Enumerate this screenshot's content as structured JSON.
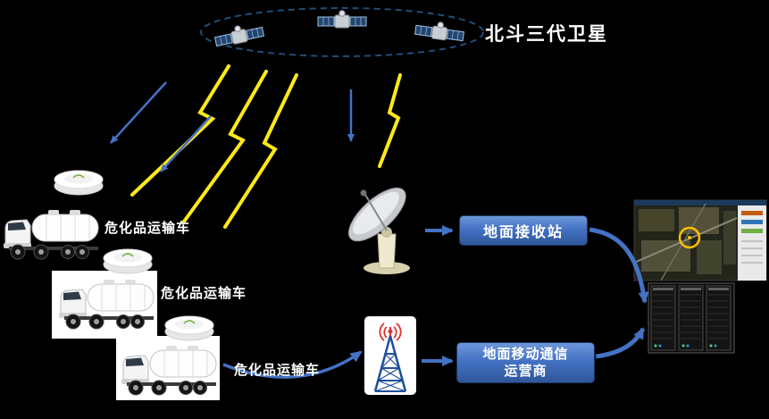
{
  "labels": {
    "satellite_system": "北斗三代卫星",
    "truck_1": "危化品运输车",
    "truck_2": "危化品运输车",
    "truck_3": "危化品运输车"
  },
  "nodes": {
    "ground_station": "地面接收站",
    "mobile_operator": "地面移动通信\n运营商"
  },
  "icons": {
    "satellite": "satellite-icon",
    "orbit": "orbit-ellipse",
    "lightning": "lightning-bolt-icon",
    "signal_arrow": "signal-arrow-icon",
    "receiver_disc": "receiver-disc-icon",
    "tanker_truck": "tanker-truck-icon",
    "dish_antenna": "dish-antenna-icon",
    "cell_tower": "cell-tower-icon",
    "satellite_map": "satellite-map-image",
    "server_rack": "server-rack-icon"
  },
  "colors": {
    "background": "#000000",
    "node_fill": "#4472c4",
    "node_border": "#1f3864",
    "arrow_blue": "#4472c4",
    "lightning_yellow": "#ffe919",
    "orbit_blue": "#1f4e79",
    "tower_red": "#e03131",
    "tower_blue": "#1f4e9c",
    "text": "#ffffff"
  }
}
